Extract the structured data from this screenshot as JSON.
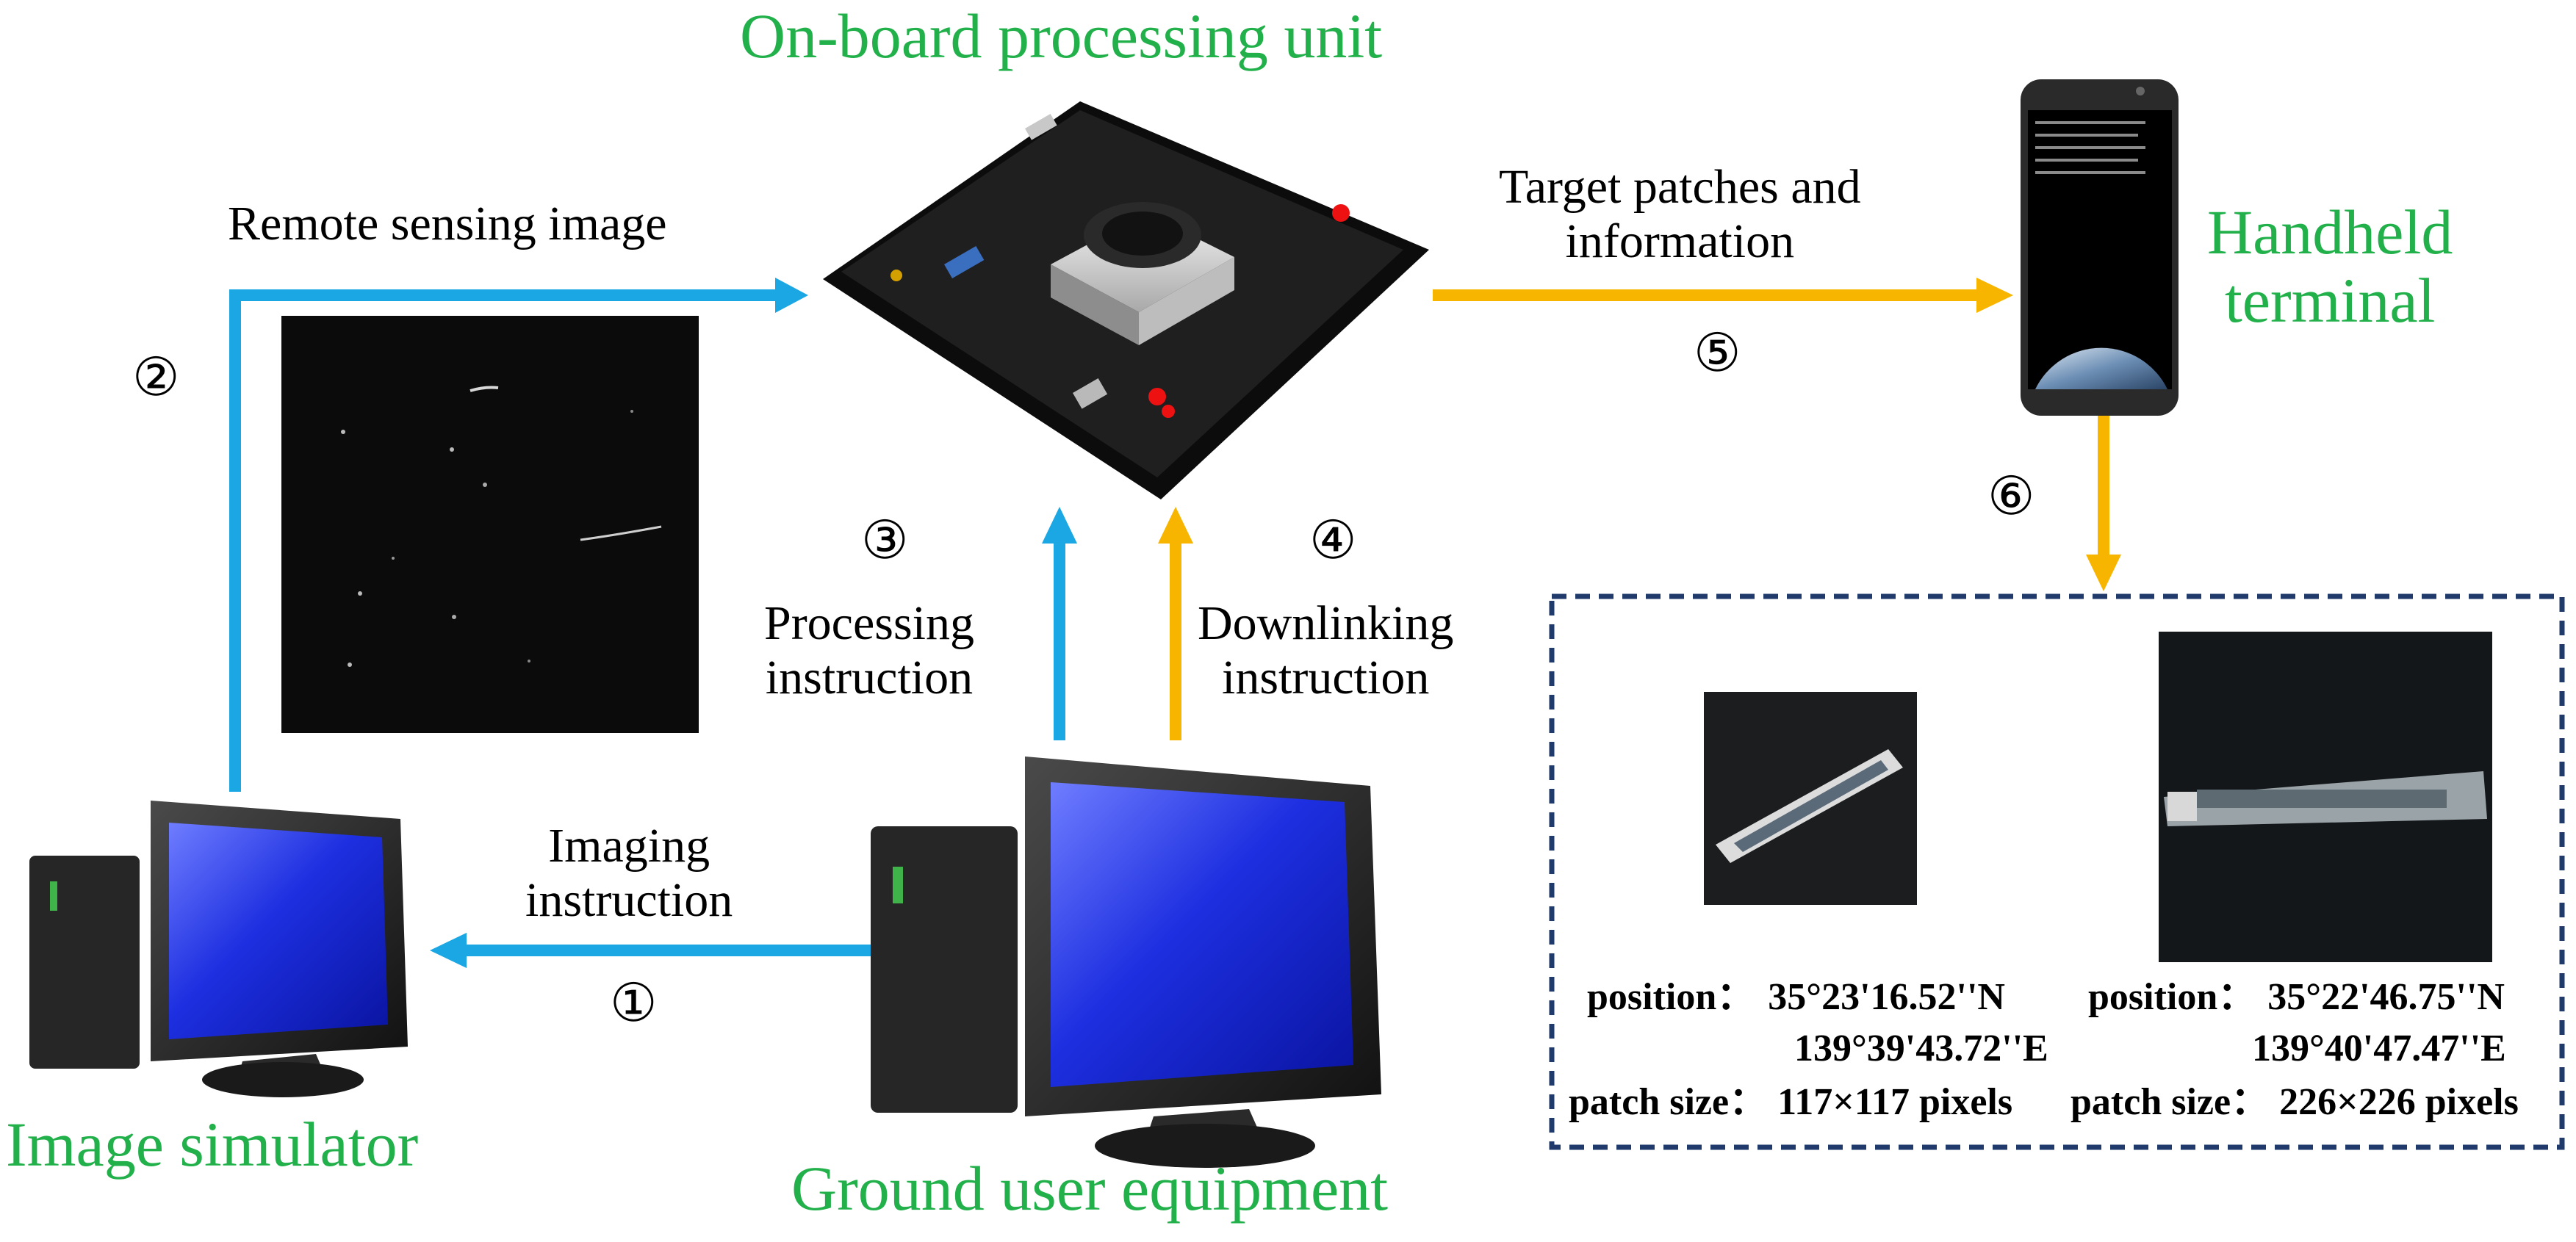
{
  "labels": {
    "onboard": "On-board processing unit",
    "remote_sensing": "Remote sensing image",
    "target_patches_line1": "Target patches and",
    "target_patches_line2": "information",
    "handheld_line1": "Handheld",
    "handheld_line2": "terminal",
    "processing_line1": "Processing",
    "processing_line2": "instruction",
    "downlinking_line1": "Downlinking",
    "downlinking_line2": "instruction",
    "imaging_line1": "Imaging",
    "imaging_line2": "instruction",
    "image_simulator": "Image simulator",
    "ground_user": "Ground user equipment"
  },
  "steps": {
    "s1": "①",
    "s2": "②",
    "s3": "③",
    "s4": "④",
    "s5": "⑤",
    "s6": "⑥"
  },
  "patches": [
    {
      "position_label": "position：",
      "lat": "35°23'16.52''N",
      "lon": "139°39'43.72''E",
      "size_label": "patch size：",
      "size": "117×117 pixels"
    },
    {
      "position_label": "position：",
      "lat": "35°22'46.75''N",
      "lon": "139°40'47.47''E",
      "size_label": "patch size：",
      "size": "226×226 pixels"
    }
  ],
  "colors": {
    "title_green": "#22b04b",
    "arrow_blue": "#1aa7e3",
    "arrow_orange": "#f7b500",
    "dashed_border": "#1f3a6b"
  }
}
